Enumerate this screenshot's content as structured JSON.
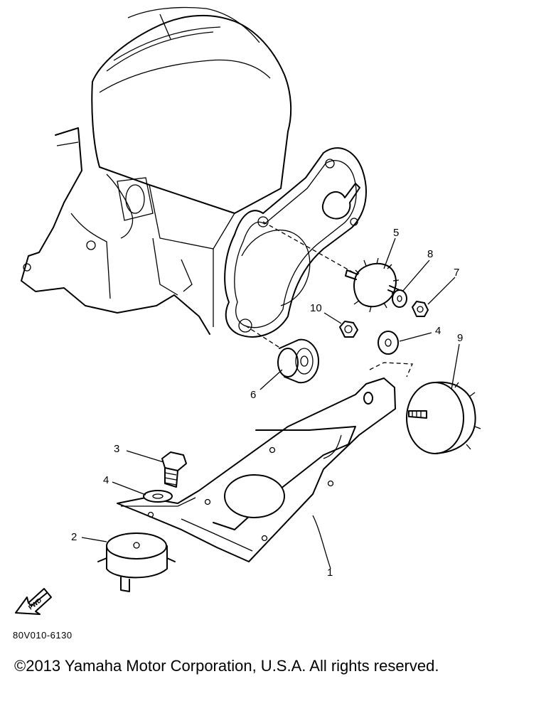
{
  "callouts": {
    "c1": "1",
    "c2": "2",
    "c3": "3",
    "c4a": "4",
    "c4b": "4",
    "c5": "5",
    "c6": "6",
    "c7": "7",
    "c8": "8",
    "c9": "9",
    "c10": "10"
  },
  "front_arrow_label": "FWD",
  "diagram_code": "80V010-6130",
  "copyright": "©2013 Yamaha Motor Corporation, U.S.A. All rights reserved."
}
